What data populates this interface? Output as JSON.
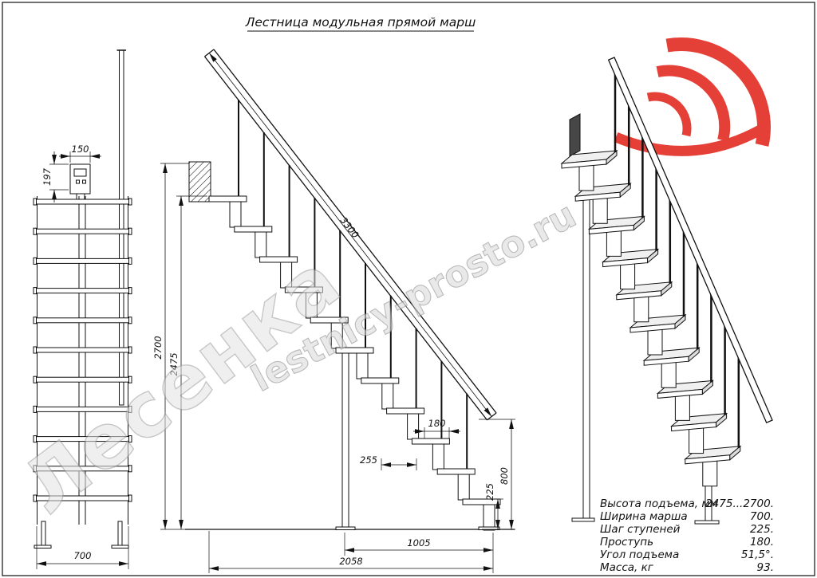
{
  "title": "Лестница модульная прямой марш",
  "watermark": {
    "brand": "Лесенка",
    "site": "lestnicy-prosto.ru"
  },
  "front_view": {
    "dims": {
      "bracket_width": "150",
      "bracket_height": "197",
      "width": "700"
    }
  },
  "side_view": {
    "dims": {
      "stringer_length": "3300",
      "total_height": "2700",
      "clear_height": "2475",
      "tread_depth": "180",
      "module_length": "255",
      "support_height": "800",
      "step_rise": "225",
      "support_offset": "1005",
      "total_run": "2058"
    }
  },
  "specs": {
    "rows": [
      {
        "label": "Высота подъема, мм",
        "value": "2475...2700."
      },
      {
        "label": "Ширина марша",
        "value": "700."
      },
      {
        "label": "Шаг ступеней",
        "value": "225."
      },
      {
        "label": "Проступь",
        "value": "180."
      },
      {
        "label": "Угол подъема",
        "value": "51,5°."
      },
      {
        "label": "Масса, кг",
        "value": "93."
      }
    ]
  },
  "colors": {
    "line": "#111111",
    "logo_red": "#e2261d",
    "watermark_gray": "#bdbdbd"
  }
}
